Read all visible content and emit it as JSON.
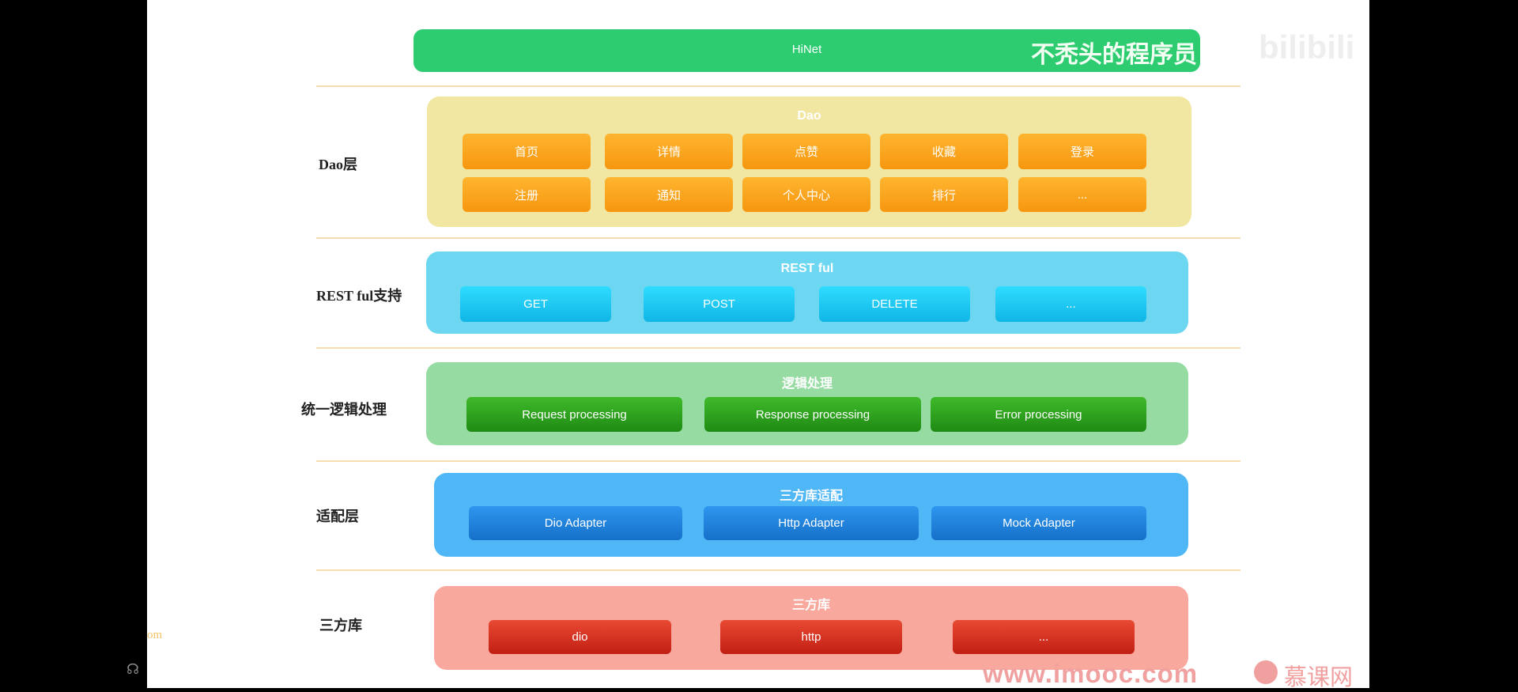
{
  "hinet": {
    "label": "HiNet"
  },
  "watermark": {
    "channel": "不秃头的程序员",
    "site": "bilibili"
  },
  "layers": [
    {
      "side_label": "Dao层",
      "title": "Dao",
      "items": [
        "首页",
        "详情",
        "点赞",
        "收藏",
        "登录",
        "注册",
        "通知",
        "个人中心",
        "排行",
        "..."
      ]
    },
    {
      "side_label": "REST ful支持",
      "title": "REST ful",
      "items": [
        "GET",
        "POST",
        "DELETE",
        "..."
      ]
    },
    {
      "side_label": "统一逻辑处理",
      "title": "逻辑处理",
      "items": [
        "Request processing",
        "Response processing",
        "Error processing"
      ]
    },
    {
      "side_label": "适配层",
      "title": "三方库适配",
      "items": [
        "Dio Adapter",
        "Http Adapter",
        "Mock Adapter"
      ]
    },
    {
      "side_label": "三方库",
      "title": "三方库",
      "items": [
        "dio",
        "http",
        "..."
      ]
    }
  ],
  "footer": {
    "left_fragment": "om",
    "url": "www.imooc.com",
    "brand": "慕课网"
  },
  "colors": {
    "hinet": "#2ecc71",
    "dao": "#f1e7a2",
    "rest": "#6dd7f1",
    "logic": "#95dba2",
    "adapter": "#4fb7f6",
    "lib": "#f9a89d"
  }
}
